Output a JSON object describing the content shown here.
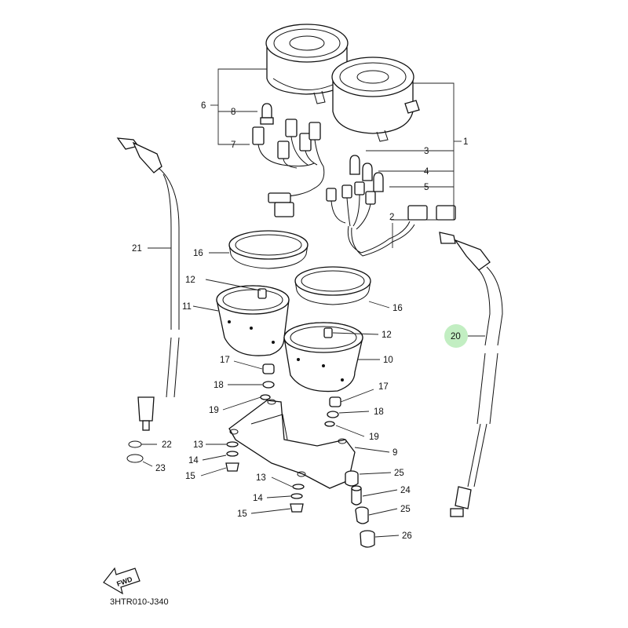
{
  "diagram": {
    "code": "3HTR010-J340",
    "fwd_label": "FWD",
    "highlight_color": "#8fe08f",
    "callouts": [
      {
        "id": "c1",
        "text": "1"
      },
      {
        "id": "c2",
        "text": "2"
      },
      {
        "id": "c3",
        "text": "3"
      },
      {
        "id": "c4",
        "text": "4"
      },
      {
        "id": "c5",
        "text": "5"
      },
      {
        "id": "c6",
        "text": "6"
      },
      {
        "id": "c7",
        "text": "7"
      },
      {
        "id": "c8",
        "text": "8"
      },
      {
        "id": "c9",
        "text": "9"
      },
      {
        "id": "c10",
        "text": "10"
      },
      {
        "id": "c11",
        "text": "11"
      },
      {
        "id": "c12a",
        "text": "12"
      },
      {
        "id": "c12b",
        "text": "12"
      },
      {
        "id": "c13a",
        "text": "13"
      },
      {
        "id": "c13b",
        "text": "13"
      },
      {
        "id": "c14a",
        "text": "14"
      },
      {
        "id": "c14b",
        "text": "14"
      },
      {
        "id": "c15a",
        "text": "15"
      },
      {
        "id": "c15b",
        "text": "15"
      },
      {
        "id": "c16a",
        "text": "16"
      },
      {
        "id": "c16b",
        "text": "16"
      },
      {
        "id": "c17a",
        "text": "17"
      },
      {
        "id": "c17b",
        "text": "17"
      },
      {
        "id": "c18a",
        "text": "18"
      },
      {
        "id": "c18b",
        "text": "18"
      },
      {
        "id": "c19a",
        "text": "19"
      },
      {
        "id": "c19b",
        "text": "19"
      },
      {
        "id": "c20",
        "text": "20"
      },
      {
        "id": "c21",
        "text": "21"
      },
      {
        "id": "c22",
        "text": "22"
      },
      {
        "id": "c23",
        "text": "23"
      },
      {
        "id": "c24",
        "text": "24"
      },
      {
        "id": "c25a",
        "text": "25"
      },
      {
        "id": "c25b",
        "text": "25"
      },
      {
        "id": "c26",
        "text": "26"
      }
    ]
  }
}
